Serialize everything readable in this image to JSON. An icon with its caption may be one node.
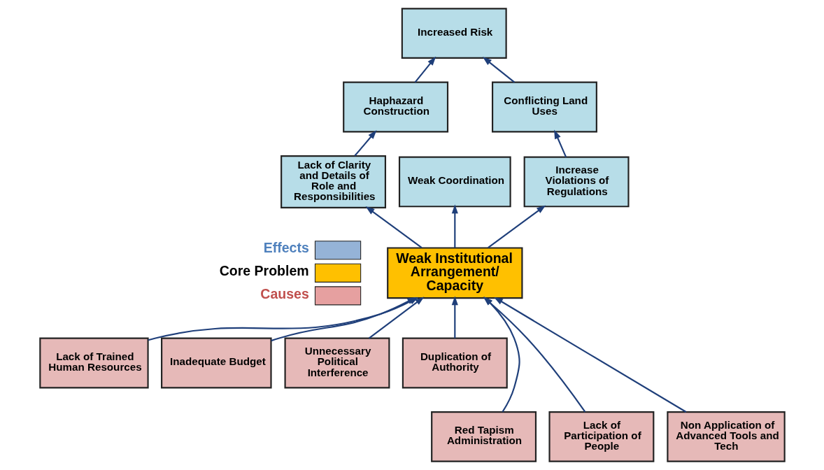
{
  "diagram": {
    "nodes": [
      {
        "text": [
          "Increased Risk"
        ]
      },
      {
        "text": [
          "Haphazard Construction"
        ]
      },
      {
        "text": [
          "Conflicting Land Uses"
        ]
      },
      {
        "text": [
          "Lack of Clarity and Details of Role and Responsibilities"
        ]
      },
      {
        "text": [
          "Weak Coordination"
        ]
      },
      {
        "text": [
          "Increase Violations of Regulations"
        ]
      },
      {
        "text": [
          "Weak Institutional Arrangement/ Capacity"
        ]
      },
      {
        "text": [
          "Lack of Trained Human Resources"
        ]
      },
      {
        "text": [
          "Inadequate Budget"
        ]
      },
      {
        "text": [
          "Unnecessary Political Interference"
        ]
      },
      {
        "text": [
          "Duplication of Authority"
        ]
      },
      {
        "text": [
          "Red Tapism Administration"
        ]
      },
      {
        "text": [
          "Lack of Participation of People"
        ]
      },
      {
        "text": [
          "Non Application of Advanced Tools and Tech"
        ]
      }
    ],
    "edges": [
      {
        "from": 1,
        "to": 0,
        "arrow": "to"
      },
      {
        "from": 2,
        "to": 0,
        "arrow": "to"
      },
      {
        "from": 3,
        "to": 1,
        "arrow": "to"
      },
      {
        "from": 5,
        "to": 2,
        "arrow": "to"
      },
      {
        "from": 6,
        "to": 3,
        "arrow": "to"
      },
      {
        "from": 6,
        "to": 4,
        "arrow": "to"
      },
      {
        "from": 6,
        "to": 5,
        "arrow": "to"
      },
      {
        "from": 7,
        "to": 6,
        "arrow": "to"
      },
      {
        "from": 8,
        "to": 6,
        "arrow": "to"
      },
      {
        "from": 9,
        "to": 6,
        "arrow": "to"
      },
      {
        "from": 10,
        "to": 6,
        "arrow": "to"
      },
      {
        "from": 11,
        "to": 6,
        "arrow": "to"
      },
      {
        "from": 12,
        "to": 6,
        "arrow": "to"
      },
      {
        "from": 13,
        "to": 6,
        "arrow": "to"
      }
    ],
    "legend": [
      {
        "text": "Effects",
        "color": "#95b3d7"
      },
      {
        "text": "Core Problem",
        "color": "#ffc000"
      },
      {
        "text": "Causes",
        "color": "#e6a0a0"
      }
    ]
  }
}
